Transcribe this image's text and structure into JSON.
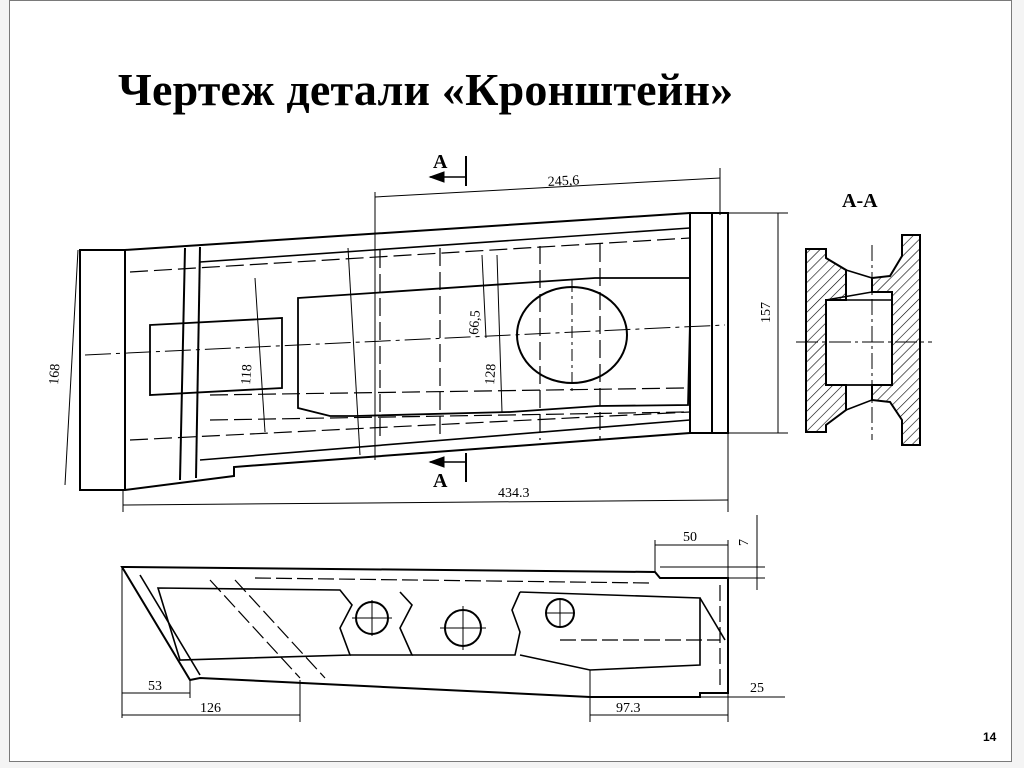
{
  "slide": {
    "title": "Чертеж детали «Кронштейн»",
    "page_number": "14"
  },
  "top_view": {
    "section_label_top": "А",
    "section_label_bottom": "А",
    "dims": {
      "d245": "245,6",
      "d168": "168",
      "d118": "118",
      "d66": "66,5",
      "d128": "128",
      "d157": "157",
      "d434": "434.3"
    }
  },
  "section_view": {
    "label": "А-А"
  },
  "side_view": {
    "dims": {
      "d50": "50",
      "d7": "7",
      "d53": "53",
      "d126": "126",
      "d97": "97.3",
      "d25": "25"
    }
  }
}
